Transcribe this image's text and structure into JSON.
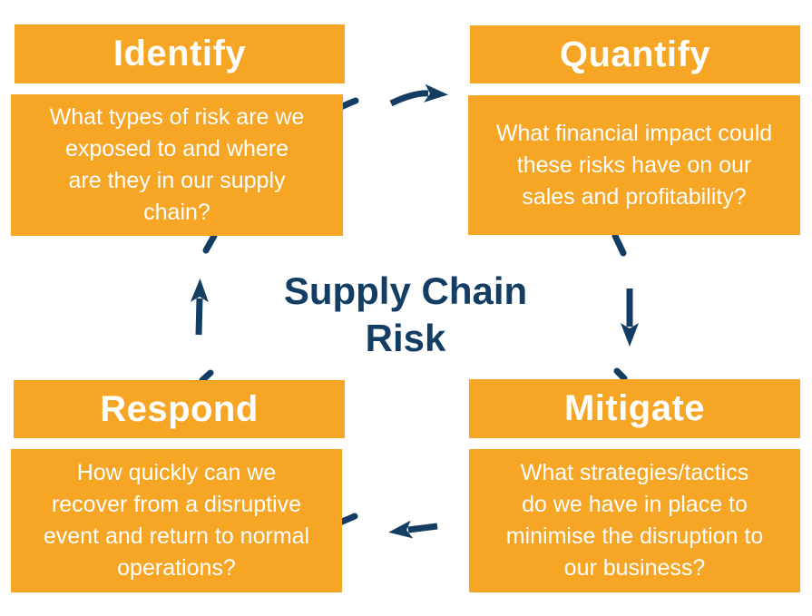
{
  "diagram": {
    "title": "Supply Chain\nRisk",
    "colors": {
      "orange": "#F6A524",
      "navy": "#143D64",
      "text_on_orange": "#FFFFFF"
    },
    "quadrants": {
      "identify": {
        "label": "Identify",
        "description": "What types of risk are we\nexposed to and where\nare they in our supply\nchain?"
      },
      "quantify": {
        "label": "Quantify",
        "description": "What financial impact could\nthese risks have on our\nsales and profitability?"
      },
      "respond": {
        "label": "Respond",
        "description": "How quickly can we\nrecover from a disruptive\nevent and return to normal\noperations?"
      },
      "mitigate": {
        "label": "Mitigate",
        "description": "What strategies/tactics\ndo we have in place to\nminimise the disruption to\nour business?"
      }
    },
    "flow_arrows": [
      {
        "name": "identify-to-quantify",
        "direction": "right"
      },
      {
        "name": "quantify-to-mitigate",
        "direction": "down"
      },
      {
        "name": "mitigate-to-respond",
        "direction": "left"
      },
      {
        "name": "respond-to-identify",
        "direction": "up"
      }
    ]
  }
}
